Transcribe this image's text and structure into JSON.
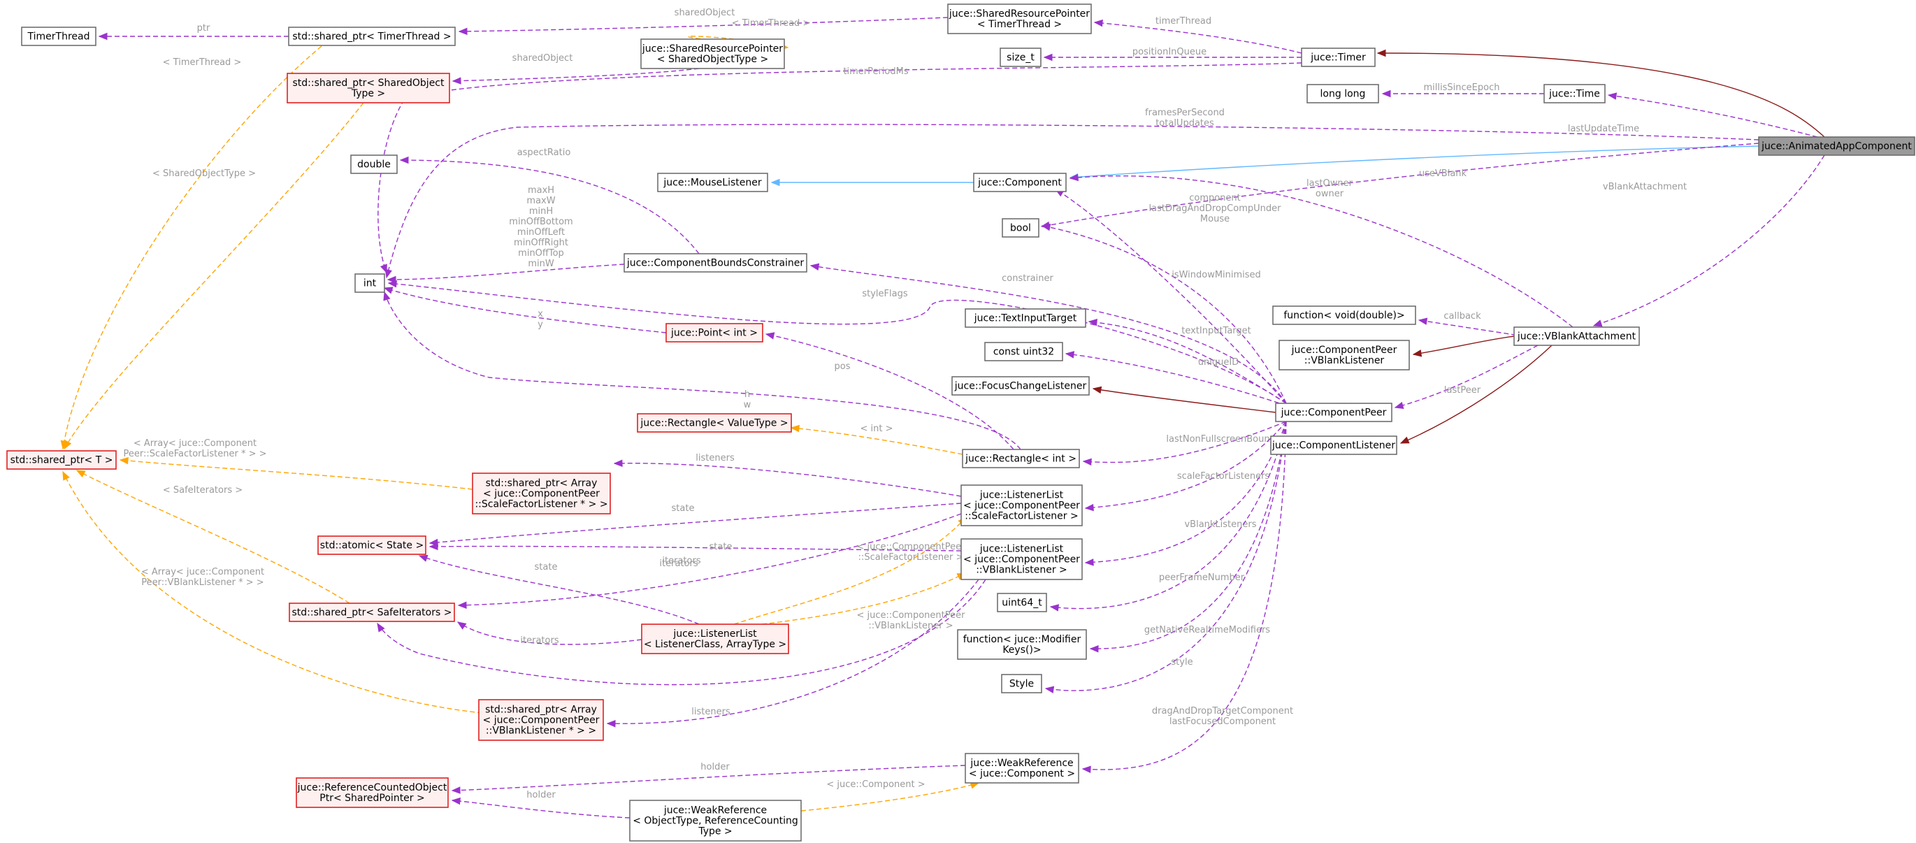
{
  "diagram": {
    "title": "",
    "nodes": [
      {
        "id": "timerThread",
        "lines": [
          "TimerThread"
        ],
        "style": "plain"
      },
      {
        "id": "spTimerThread",
        "lines": [
          "std::shared_ptr< TimerThread >"
        ],
        "style": "plain"
      },
      {
        "id": "srpTimerThread",
        "lines": [
          "juce::SharedResourcePointer",
          "< TimerThread >"
        ],
        "style": "plain"
      },
      {
        "id": "srpShared",
        "lines": [
          "juce::SharedResourcePointer",
          "< SharedObjectType >"
        ],
        "style": "plain"
      },
      {
        "id": "spSharedObj",
        "lines": [
          "std::shared_ptr< SharedObject",
          "Type >"
        ],
        "style": "red"
      },
      {
        "id": "sizeT",
        "lines": [
          "size_t"
        ],
        "style": "plain"
      },
      {
        "id": "timer",
        "lines": [
          "juce::Timer"
        ],
        "style": "plain"
      },
      {
        "id": "longlong",
        "lines": [
          "long long"
        ],
        "style": "plain"
      },
      {
        "id": "time",
        "lines": [
          "juce::Time"
        ],
        "style": "plain"
      },
      {
        "id": "aac",
        "lines": [
          "juce::AnimatedAppComponent"
        ],
        "style": "highlight"
      },
      {
        "id": "double",
        "lines": [
          "double"
        ],
        "style": "plain"
      },
      {
        "id": "mouseListener",
        "lines": [
          "juce::MouseListener"
        ],
        "style": "plain"
      },
      {
        "id": "component",
        "lines": [
          "juce::Component"
        ],
        "style": "plain"
      },
      {
        "id": "bool",
        "lines": [
          "bool"
        ],
        "style": "plain"
      },
      {
        "id": "int",
        "lines": [
          "int"
        ],
        "style": "plain"
      },
      {
        "id": "cbc",
        "lines": [
          "juce::ComponentBoundsConstrainer"
        ],
        "style": "plain"
      },
      {
        "id": "pointInt",
        "lines": [
          "juce::Point< int >"
        ],
        "style": "red"
      },
      {
        "id": "textInputTarget",
        "lines": [
          "juce::TextInputTarget"
        ],
        "style": "plain"
      },
      {
        "id": "constUint32",
        "lines": [
          "const uint32"
        ],
        "style": "plain"
      },
      {
        "id": "focusChange",
        "lines": [
          "juce::FocusChangeListener"
        ],
        "style": "plain"
      },
      {
        "id": "funcVoidDouble",
        "lines": [
          "function< void(double)>"
        ],
        "style": "plain"
      },
      {
        "id": "cpVblankListener",
        "lines": [
          "juce::ComponentPeer",
          "::VBlankListener"
        ],
        "style": "plain"
      },
      {
        "id": "vblankAttach",
        "lines": [
          "juce::VBlankAttachment"
        ],
        "style": "plain"
      },
      {
        "id": "componentPeer",
        "lines": [
          "juce::ComponentPeer"
        ],
        "style": "plain"
      },
      {
        "id": "componentListener",
        "lines": [
          "juce::ComponentListener"
        ],
        "style": "plain"
      },
      {
        "id": "spT",
        "lines": [
          "std::shared_ptr< T >"
        ],
        "style": "red"
      },
      {
        "id": "rectValueType",
        "lines": [
          "juce::Rectangle< ValueType >"
        ],
        "style": "red"
      },
      {
        "id": "rectInt",
        "lines": [
          "juce::Rectangle< int >"
        ],
        "style": "plain"
      },
      {
        "id": "spArrayScale",
        "lines": [
          "std::shared_ptr< Array",
          "< juce::ComponentPeer",
          "::ScaleFactorListener * > >"
        ],
        "style": "red"
      },
      {
        "id": "llScale",
        "lines": [
          "juce::ListenerList",
          "< juce::ComponentPeer",
          "::ScaleFactorListener >"
        ],
        "style": "plain"
      },
      {
        "id": "atomicState",
        "lines": [
          "std::atomic< State >"
        ],
        "style": "red"
      },
      {
        "id": "llVblank",
        "lines": [
          "juce::ListenerList",
          "< juce::ComponentPeer",
          "::VBlankListener >"
        ],
        "style": "plain"
      },
      {
        "id": "spSafeIter",
        "lines": [
          "std::shared_ptr< SafeIterators >"
        ],
        "style": "red"
      },
      {
        "id": "uint64",
        "lines": [
          "uint64_t"
        ],
        "style": "plain"
      },
      {
        "id": "llGeneric",
        "lines": [
          "juce::ListenerList",
          "< ListenerClass, ArrayType >"
        ],
        "style": "red"
      },
      {
        "id": "funcModKeys",
        "lines": [
          "function< juce::Modifier",
          "Keys()>"
        ],
        "style": "plain"
      },
      {
        "id": "style",
        "lines": [
          "Style"
        ],
        "style": "plain"
      },
      {
        "id": "spArrayVblank",
        "lines": [
          "std::shared_ptr< Array",
          "< juce::ComponentPeer",
          "::VBlankListener * > >"
        ],
        "style": "red"
      },
      {
        "id": "rcop",
        "lines": [
          "juce::ReferenceCountedObject",
          "Ptr< SharedPointer >"
        ],
        "style": "red"
      },
      {
        "id": "weakRefComp",
        "lines": [
          "juce::WeakReference",
          "< juce::Component >"
        ],
        "style": "plain"
      },
      {
        "id": "weakRefGeneric",
        "lines": [
          "juce::WeakReference",
          "< ObjectType, ReferenceCounting",
          "Type >"
        ],
        "style": "plain"
      }
    ],
    "edges": [
      {
        "from": "timer",
        "to": "aac",
        "kind": "private",
        "labels": []
      },
      {
        "from": "component",
        "to": "aac",
        "kind": "public",
        "labels": []
      },
      {
        "from": "mouseListener",
        "to": "component",
        "kind": "public",
        "labels": []
      },
      {
        "from": "focusChange",
        "to": "componentPeer",
        "kind": "private",
        "labels": []
      },
      {
        "from": "cpVblankListener",
        "to": "vblankAttach",
        "kind": "private",
        "labels": []
      },
      {
        "from": "componentListener",
        "to": "vblankAttach",
        "kind": "private",
        "labels": []
      },
      {
        "from": "aac",
        "to": "time",
        "kind": "usage",
        "labels": [
          "lastUpdateTime"
        ]
      },
      {
        "from": "aac",
        "to": "int",
        "kind": "usage",
        "labels": [
          "framesPerSecond",
          "totalUpdates"
        ]
      },
      {
        "from": "aac",
        "to": "bool",
        "kind": "usage",
        "labels": [
          "useVBlank"
        ]
      },
      {
        "from": "aac",
        "to": "vblankAttach",
        "kind": "usage",
        "labels": [
          "vBlankAttachment"
        ]
      },
      {
        "from": "time",
        "to": "longlong",
        "kind": "usage",
        "labels": [
          "millisSinceEpoch"
        ]
      },
      {
        "from": "timer",
        "to": "srpTimerThread",
        "kind": "usage",
        "labels": [
          "timerThread"
        ]
      },
      {
        "from": "timer",
        "to": "sizeT",
        "kind": "usage",
        "labels": [
          "positionInQueue"
        ]
      },
      {
        "from": "timer",
        "to": "int",
        "kind": "usage",
        "labels": [
          "timerPeriodMs"
        ]
      },
      {
        "from": "srpTimerThread",
        "to": "spTimerThread",
        "kind": "usage",
        "labels": [
          "sharedObject"
        ]
      },
      {
        "from": "srpShared",
        "to": "srpTimerThread",
        "kind": "template",
        "labels": [
          "< TimerThread >"
        ]
      },
      {
        "from": "spTimerThread",
        "to": "timerThread",
        "kind": "usage",
        "labels": [
          "ptr"
        ]
      },
      {
        "from": "spT",
        "to": "spTimerThread",
        "kind": "template",
        "labels": [
          "< TimerThread >"
        ]
      },
      {
        "from": "srpShared",
        "to": "spSharedObj",
        "kind": "usage",
        "labels": [
          "sharedObject"
        ]
      },
      {
        "from": "spT",
        "to": "spSharedObj",
        "kind": "template",
        "labels": [
          "< SharedObjectType >"
        ]
      },
      {
        "from": "cbc",
        "to": "double",
        "kind": "usage",
        "labels": [
          "aspectRatio"
        ]
      },
      {
        "from": "cbc",
        "to": "int",
        "kind": "usage",
        "labels": [
          "maxH",
          "maxW",
          "minH",
          "minOffBottom",
          "minOffLeft",
          "minOffRight",
          "minOffTop",
          "minW"
        ]
      },
      {
        "from": "pointInt",
        "to": "int",
        "kind": "usage",
        "labels": [
          "x",
          "y"
        ]
      },
      {
        "from": "rectInt",
        "to": "int",
        "kind": "usage",
        "labels": [
          "h",
          "w"
        ]
      },
      {
        "from": "rectInt",
        "to": "pointInt",
        "kind": "usage",
        "labels": [
          "pos"
        ]
      },
      {
        "from": "rectValueType",
        "to": "rectInt",
        "kind": "template",
        "labels": [
          "< int >"
        ]
      },
      {
        "from": "vblankAttach",
        "to": "component",
        "kind": "usage",
        "labels": [
          "lastOwner",
          "owner"
        ]
      },
      {
        "from": "vblankAttach",
        "to": "funcVoidDouble",
        "kind": "usage",
        "labels": [
          "callback"
        ]
      },
      {
        "from": "vblankAttach",
        "to": "componentPeer",
        "kind": "usage",
        "labels": [
          "lastPeer"
        ]
      },
      {
        "from": "componentPeer",
        "to": "component",
        "kind": "usage",
        "labels": [
          "component",
          "lastDragAndDropCompUnder",
          "Mouse"
        ]
      },
      {
        "from": "componentPeer",
        "to": "bool",
        "kind": "usage",
        "labels": [
          "isWindowMinimised"
        ]
      },
      {
        "from": "componentPeer",
        "to": "cbc",
        "kind": "usage",
        "labels": [
          "constrainer"
        ]
      },
      {
        "from": "componentPeer",
        "to": "int",
        "kind": "usage",
        "labels": [
          "styleFlags"
        ]
      },
      {
        "from": "componentPeer",
        "to": "textInputTarget",
        "kind": "usage",
        "labels": [
          "textInputTarget"
        ]
      },
      {
        "from": "componentPeer",
        "to": "constUint32",
        "kind": "usage",
        "labels": [
          "uniqueID"
        ]
      },
      {
        "from": "componentPeer",
        "to": "rectInt",
        "kind": "usage",
        "labels": [
          "lastNonFullscreenBounds"
        ]
      },
      {
        "from": "componentPeer",
        "to": "llScale",
        "kind": "usage",
        "labels": [
          "scaleFactorListeners"
        ]
      },
      {
        "from": "componentPeer",
        "to": "llVblank",
        "kind": "usage",
        "labels": [
          "vBlankListeners"
        ]
      },
      {
        "from": "componentPeer",
        "to": "uint64",
        "kind": "usage",
        "labels": [
          "peerFrameNumber"
        ]
      },
      {
        "from": "componentPeer",
        "to": "funcModKeys",
        "kind": "usage",
        "labels": [
          "getNativeRealtimeModifiers"
        ]
      },
      {
        "from": "componentPeer",
        "to": "style",
        "kind": "usage",
        "labels": [
          "style"
        ]
      },
      {
        "from": "componentPeer",
        "to": "weakRefComp",
        "kind": "usage",
        "labels": [
          "dragAndDropTargetComponent",
          "lastFocusedComponent"
        ]
      },
      {
        "from": "llScale",
        "to": "spArrayScale",
        "kind": "usage",
        "labels": [
          "listeners"
        ]
      },
      {
        "from": "llScale",
        "to": "atomicState",
        "kind": "usage",
        "labels": [
          "state"
        ]
      },
      {
        "from": "llScale",
        "to": "spSafeIter",
        "kind": "usage",
        "labels": [
          "iterators"
        ]
      },
      {
        "from": "llVblank",
        "to": "atomicState",
        "kind": "usage",
        "labels": [
          "state"
        ]
      },
      {
        "from": "llVblank",
        "to": "spSafeIter",
        "kind": "usage",
        "labels": [
          "iterators"
        ]
      },
      {
        "from": "llVblank",
        "to": "spArrayVblank",
        "kind": "usage",
        "labels": [
          "listeners"
        ]
      },
      {
        "from": "llGeneric",
        "to": "llScale",
        "kind": "template",
        "labels": [
          "< juce::ComponentPeer",
          "::ScaleFactorListener >"
        ]
      },
      {
        "from": "llGeneric",
        "to": "llVblank",
        "kind": "template",
        "labels": [
          "< juce::ComponentPeer",
          "::VBlankListener >"
        ]
      },
      {
        "from": "llGeneric",
        "to": "atomicState",
        "kind": "usage",
        "labels": [
          "state"
        ]
      },
      {
        "from": "llGeneric",
        "to": "spSafeIter",
        "kind": "usage",
        "labels": [
          "iterators"
        ]
      },
      {
        "from": "spT",
        "to": "spArrayScale",
        "kind": "template",
        "labels": [
          "< Array< juce::Component",
          "Peer::ScaleFactorListener * > >"
        ]
      },
      {
        "from": "spT",
        "to": "spSafeIter",
        "kind": "template",
        "labels": [
          "< SafeIterators >"
        ]
      },
      {
        "from": "spT",
        "to": "spArrayVblank",
        "kind": "template",
        "labels": [
          "< Array< juce::Component",
          "Peer::VBlankListener * > >"
        ]
      },
      {
        "from": "weakRefComp",
        "to": "rcop",
        "kind": "usage",
        "labels": [
          "holder"
        ]
      },
      {
        "from": "weakRefGeneric",
        "to": "rcop",
        "kind": "usage",
        "labels": [
          "holder"
        ]
      },
      {
        "from": "weakRefGeneric",
        "to": "weakRefComp",
        "kind": "template",
        "labels": [
          "< juce::Component >"
        ]
      }
    ]
  }
}
